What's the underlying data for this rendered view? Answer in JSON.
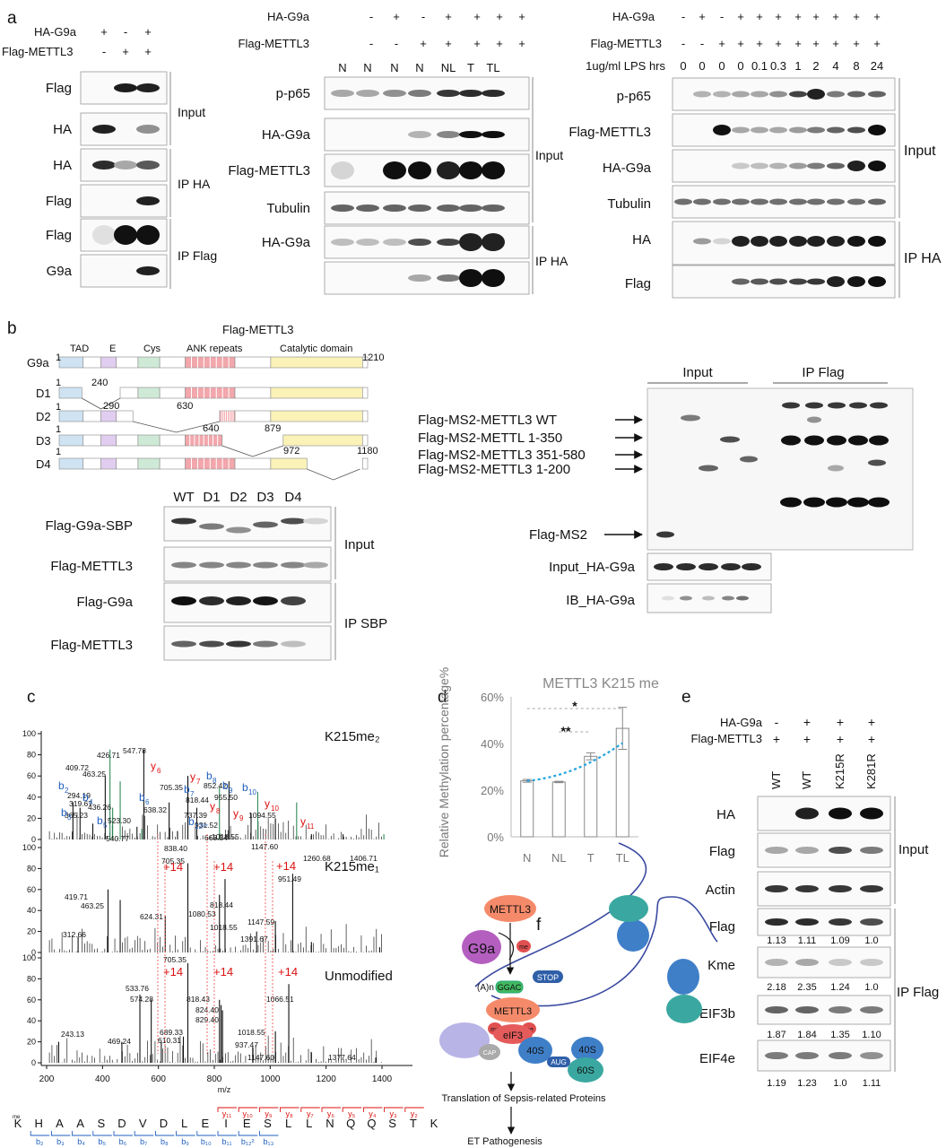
{
  "panel_letters": [
    "a",
    "b",
    "c",
    "d",
    "e",
    "f"
  ],
  "a1": {
    "cond_labels": [
      "HA-G9a",
      "Flag-METTL3"
    ],
    "cond_signs": [
      [
        "+",
        "-",
        "+"
      ],
      [
        "-",
        "+",
        "+"
      ]
    ],
    "blots": [
      "Flag",
      "HA",
      "HA",
      "Flag",
      "Flag",
      "G9a"
    ],
    "groups": [
      "Input",
      "IP HA",
      "IP Flag"
    ]
  },
  "a2": {
    "cond_labels": [
      "HA-G9a",
      "Flag-METTL3"
    ],
    "cond_signs": [
      [
        "-",
        "+",
        "-",
        "+",
        "+",
        "+",
        "+"
      ],
      [
        "-",
        "-",
        "+",
        "+",
        "+",
        "+",
        "+"
      ]
    ],
    "lanes": [
      "N",
      "N",
      "N",
      "N",
      "NL",
      "T",
      "TL"
    ],
    "blots": [
      "p-p65",
      "HA-G9a",
      "Flag-METTL3",
      "Tubulin",
      "HA-G9a",
      "Flag-METTL3"
    ],
    "groups": [
      "Input",
      "IP HA"
    ]
  },
  "a3": {
    "cond_labels": [
      "HA-G9a",
      "Flag-METTL3",
      "1ug/ml LPS hrs"
    ],
    "cond_signs": [
      [
        "-",
        "+",
        "-",
        "+",
        "+",
        "+",
        "+",
        "+",
        "+",
        "+",
        "+"
      ],
      [
        "-",
        "-",
        "+",
        "+",
        "+",
        "+",
        "+",
        "+",
        "+",
        "+",
        "+"
      ]
    ],
    "lps": [
      "0",
      "0",
      "0",
      "0",
      "0.1",
      "0.3",
      "1",
      "2",
      "4",
      "8",
      "24"
    ],
    "blots": [
      "p-p65",
      "Flag-METTL3",
      "HA-G9a",
      "Tubulin",
      "HA",
      "Flag"
    ],
    "groups": [
      "Input",
      "IP HA"
    ]
  },
  "b_domains": {
    "domain_names": [
      "TAD",
      "E",
      "Cys",
      "ANK repeats",
      "Catalytic domain"
    ],
    "constructs": [
      "G9a",
      "D1",
      "D2",
      "D3",
      "D4"
    ],
    "positions": [
      "1",
      "1210",
      "1",
      "240",
      "1",
      "290",
      "630",
      "1",
      "640",
      "879",
      "1",
      "972",
      "1180"
    ],
    "colors": {
      "tad": "#cfe3f3",
      "e": "#e0cdef",
      "cys": "#cfe9d7",
      "ank": "#f2a7ac",
      "cat": "#fbf2b8"
    }
  },
  "b_left_blot": {
    "lanes": [
      "WT",
      "D1",
      "D2",
      "D3",
      "D4"
    ],
    "blots": [
      "Flag-G9a-SBP",
      "Flag-METTL3",
      "Flag-G9a",
      "Flag-METTL3"
    ],
    "groups": [
      "Input",
      "IP SBP"
    ]
  },
  "b_right_blot": {
    "headers": [
      "Input",
      "IP Flag"
    ],
    "arrows": [
      "Flag-MS2-METTL3 WT",
      "Flag-MS2-METTL 1-350",
      "Flag-MS2-METTL3 351-580",
      "Flag-MS2-METTL3 1-200",
      "Flag-MS2"
    ],
    "blots": [
      "Input_HA-G9a",
      "IB_HA-G9a"
    ]
  },
  "c": {
    "xlabel": "m/z",
    "x_ticks": [
      "200",
      "400",
      "600",
      "800",
      "1000",
      "1200",
      "1400"
    ],
    "y_ticks": [
      "100",
      "80",
      "60",
      "40",
      "20",
      "0"
    ],
    "titles": [
      "K215me₂",
      "K215me₁",
      "Unmodified"
    ],
    "mod_label": "+14",
    "spec1_peaks": [
      "426.71",
      "547.78",
      "409.72",
      "463.25",
      "294.19",
      "319.67",
      "436.26",
      "365.23",
      "523.30",
      "540.77",
      "705.35",
      "852.42",
      "818.44",
      "737.39",
      "638.32",
      "955.50",
      "931.52",
      "1018.55",
      "1094.55",
      "1147.60",
      "1260.68",
      "1406.71",
      "668.34",
      "705.35"
    ],
    "spec1_ions": [
      {
        "t": "b",
        "s": "2"
      },
      {
        "t": "b",
        "s": "3"
      },
      {
        "t": "b",
        "s": "4"
      },
      {
        "t": "b",
        "s": "5"
      },
      {
        "t": "b",
        "s": "6"
      },
      {
        "t": "b",
        "s": "7"
      },
      {
        "t": "b",
        "s": "8"
      },
      {
        "t": "b",
        "s": "9"
      },
      {
        "t": "b",
        "s": "10"
      },
      {
        "t": "b",
        "s": "12²⁺"
      },
      {
        "t": "y",
        "s": "6"
      },
      {
        "t": "y",
        "s": "7"
      },
      {
        "t": "y",
        "s": "8"
      },
      {
        "t": "y",
        "s": "9"
      },
      {
        "t": "y",
        "s": "10"
      },
      {
        "t": "y",
        "s": "11"
      }
    ],
    "spec2_peaks": [
      "419.71",
      "463.25",
      "312.66",
      "624.31",
      "838.40",
      "818.44",
      "1080.53",
      "951.49",
      "1018.55",
      "1147.59",
      "1391.67"
    ],
    "spec3_peaks": [
      "705.35",
      "533.76",
      "574.28",
      "818.43",
      "824.40",
      "829.40",
      "1066.51",
      "243.13",
      "469.24",
      "689.33",
      "610.31",
      "1018.55",
      "937.47",
      "1147.60",
      "1377.64"
    ],
    "sequence": [
      "K",
      "H",
      "A",
      "A",
      "S",
      "D",
      "V",
      "D",
      "L",
      "E",
      "I",
      "E",
      "S",
      "L",
      "L",
      "N",
      "Q",
      "Q",
      "S",
      "T",
      "K"
    ],
    "b_ions": [
      "b₂",
      "b₃",
      "b₄",
      "b₅",
      "b₆",
      "b₇",
      "b₈",
      "b₉",
      "b₁₀",
      "b₁₁",
      "b₁₂²",
      "b₁₃"
    ],
    "y_ions": [
      "y₁₁",
      "y₁₀",
      "y₉",
      "y₈",
      "y₇",
      "y₆",
      "y₅",
      "y₄",
      "y₃",
      "y₂"
    ],
    "seq_mark": "me"
  },
  "chart_data": {
    "type": "bar",
    "title": "METTL3 K215 me",
    "ylabel": "Relative Methylation percentage%",
    "xlabel": "",
    "categories": [
      "N",
      "NL",
      "T",
      "TL"
    ],
    "values": [
      24,
      23.5,
      34.5,
      46.5
    ],
    "errors": [
      0.6,
      0.3,
      1.5,
      9
    ],
    "ylim": [
      0,
      60
    ],
    "yticks": [
      "0%",
      "20%",
      "40%",
      "60%"
    ],
    "significance": [
      "*",
      "**"
    ],
    "trendline": true,
    "bar_color": "#ffffff",
    "trend_color": "#1fa3e0",
    "title_color": "#888888"
  },
  "e": {
    "cond_labels": [
      "HA-G9a",
      "Flag-METTL3"
    ],
    "cond_signs": [
      [
        "-",
        "+",
        "+",
        "+"
      ],
      [
        "+",
        "+",
        "+",
        "+"
      ]
    ],
    "lanes": [
      "WT",
      "WT",
      "K215R",
      "K281R"
    ],
    "blots": [
      "HA",
      "Flag",
      "Actin",
      "Flag",
      "Kme",
      "EIF3b",
      "EIF4e"
    ],
    "quant": [
      [
        "1.13",
        "1.11",
        "1.09",
        "1.0"
      ],
      [
        "2.18",
        "2.35",
        "1.24",
        "1.0"
      ],
      [
        "1.87",
        "1.84",
        "1.35",
        "1.10"
      ],
      [
        "1.19",
        "1.23",
        "1.0",
        "1.11"
      ]
    ],
    "groups": [
      "Input",
      "IP Flag"
    ]
  },
  "f": {
    "mettl3": "METTL3",
    "g9a": "G9a",
    "me": "me",
    "polya": "(A)n",
    "ggac": "GGAC",
    "stop": "STOP",
    "eif3": "eIF3",
    "s40": "40S",
    "s60": "60S",
    "aug": "AUG",
    "cap": "CAP",
    "out1": "Translation of Sepsis-related Proteins",
    "out2": "ET Pathogenesis"
  }
}
